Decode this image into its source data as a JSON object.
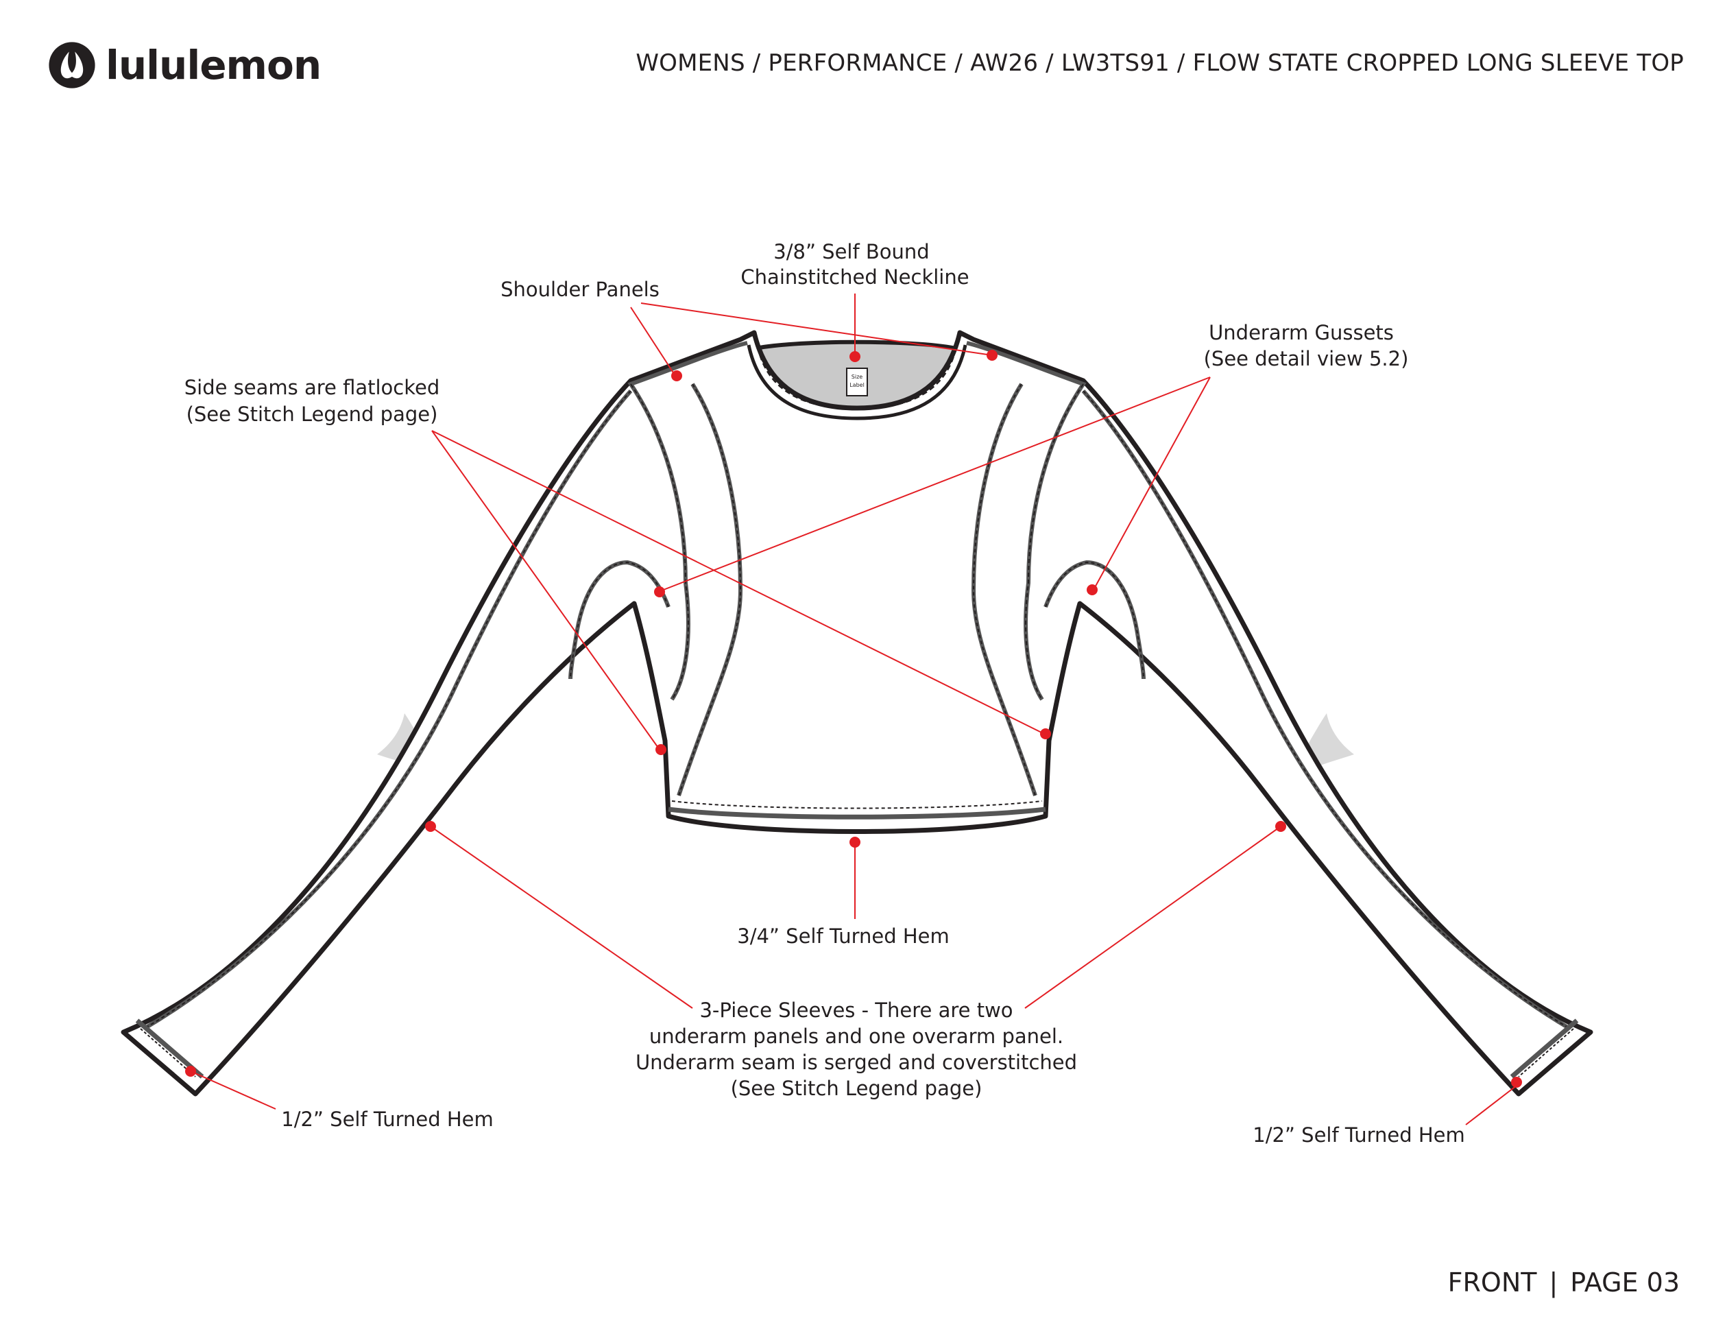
{
  "brand": {
    "name": "lululemon"
  },
  "header": {
    "breadcrumb": "WOMENS / PERFORMANCE / AW26 / LW3TS91 / FLOW STATE CROPPED LONG SLEEVE TOP"
  },
  "garment": {
    "size_label_line1": "Size",
    "size_label_line2": "Label"
  },
  "callouts": {
    "neckline": [
      "3/8” Self Bound",
      "Chainstitched Neckline"
    ],
    "shoulder_panels": [
      "Shoulder Panels"
    ],
    "side_seams": [
      "Side seams are flatlocked",
      "(See Stitch Legend page)"
    ],
    "underarm_gussets": [
      "Underarm Gussets",
      "(See detail view 5.2)"
    ],
    "hem": [
      "3/4” Self Turned Hem"
    ],
    "sleeves": [
      "3-Piece Sleeves - There are two",
      "underarm panels and one overarm panel.",
      "Underarm seam is serged and coverstitched",
      "(See Stitch Legend page)"
    ],
    "left_cuff": [
      "1/2” Self Turned Hem"
    ],
    "right_cuff": [
      "1/2” Self Turned Hem"
    ]
  },
  "footer": {
    "view": "FRONT",
    "separator": "|",
    "page": "PAGE 03"
  },
  "colors": {
    "callout_red": "#e31e24",
    "ink": "#231f20",
    "shade": "#d9d9d9"
  }
}
